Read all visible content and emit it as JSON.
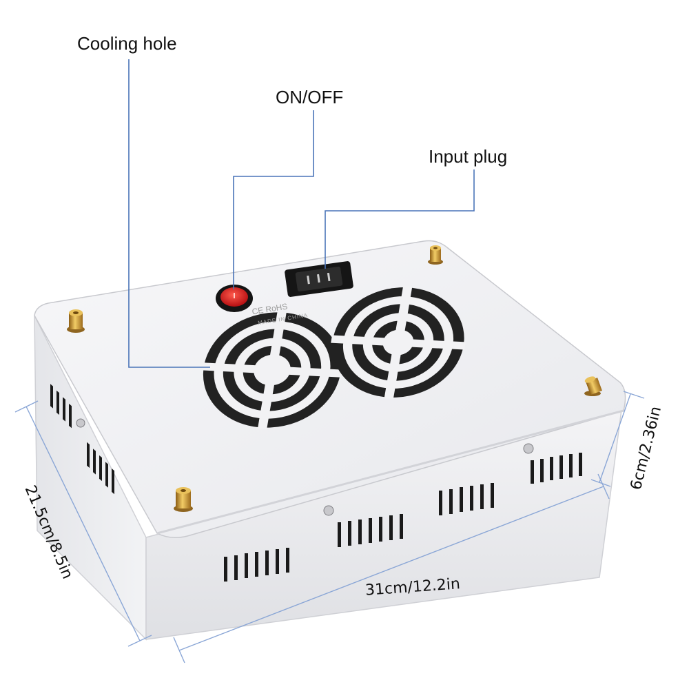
{
  "callouts": {
    "cooling_hole": "Cooling hole",
    "on_off": "ON/OFF",
    "input_plug": "Input plug"
  },
  "dimensions": {
    "width": "31cm/12.2in",
    "depth": "21.5cm/8.5in",
    "height": "6cm/2.36in"
  },
  "markings": {
    "certification": "CE RoHS",
    "origin": "MADE IN CHINA"
  },
  "colors": {
    "leader_line": "#4a74b8",
    "dimension_line": "#8aa6d6",
    "switch": "#d81c1c",
    "standoff": "#c9962e"
  },
  "icons": [
    "fan-grille-icon",
    "power-switch-icon",
    "iec-socket-icon",
    "standoff-icon"
  ]
}
